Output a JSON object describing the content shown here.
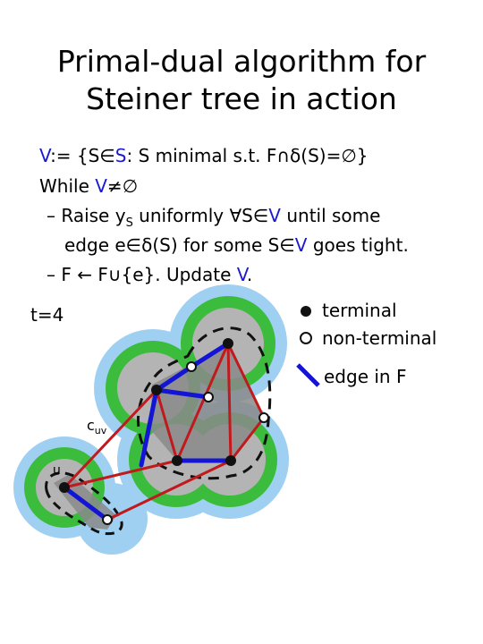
{
  "title": {
    "line1": "Primal-dual algorithm for",
    "line2": "Steiner tree in action"
  },
  "algorithm": {
    "line1": {
      "v1": "V",
      "t1": ":= {S",
      "op1": "∈",
      "s_set": "S",
      "t2": ": S minimal s.t. F",
      "op2": "∩δ",
      "t3": "(S)=",
      "empty": "∅",
      "t4": "}"
    },
    "line2": {
      "t1": "While ",
      "v": "V",
      "op": "≠",
      "empty": "∅"
    },
    "line3": {
      "t1": "– Raise ",
      "y": "y",
      "ysub": "S",
      "t2": " uniformly ",
      "forall": "∀",
      "t3": "S",
      "op": "∈",
      "v": "V",
      "t4": " until some"
    },
    "line4": {
      "t1": "edge e",
      "op1": "∈δ",
      "t2": "(S) for some S",
      "op2": "∈",
      "v": "V",
      "t3": " goes tight."
    },
    "line5": {
      "t1": "– F ",
      "arrow": "←",
      "t2": " F",
      "cup": "∪",
      "t3": "{e}. Update ",
      "v": "V",
      "t4": "."
    }
  },
  "time_label": "t=4",
  "legend": {
    "terminal": "terminal",
    "non_terminal": "non-terminal",
    "edge": "edge in F"
  },
  "labels": {
    "cuv": "c",
    "cuv_sub": "uv",
    "u": "u"
  },
  "colors": {
    "light_blue": "#9fd0f2",
    "green": "#3cbc3c",
    "gray": "#b4b4b4",
    "dark_gray": "#8a8a8a",
    "red_edge": "#c0191e",
    "blue_edge": "#1414d4",
    "text_blue": "#1a1ad0"
  }
}
